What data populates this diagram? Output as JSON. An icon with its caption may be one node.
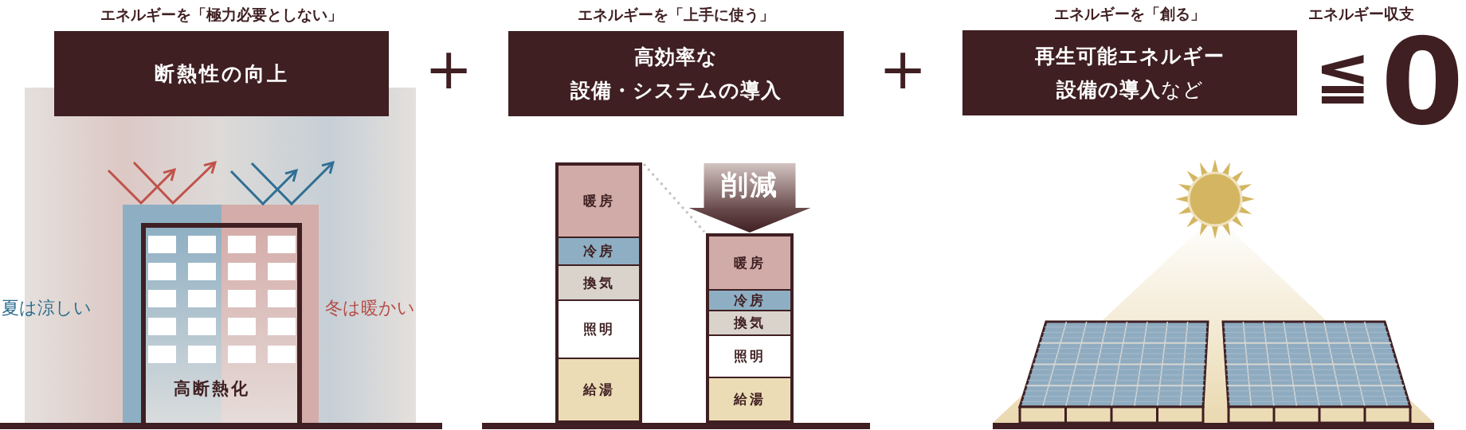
{
  "diagram": {
    "nodes": [
      {
        "text": [
          "エネルギーを「極力必要としない」",
          "断熱性の向上"
        ]
      },
      {
        "text": [
          "エネルギーを「上手に使う」",
          "高効率な設備・システムの導入"
        ]
      },
      {
        "text": [
          "エネルギーを「創る」",
          "**再生可能エネルギー設備の導入**など"
        ]
      },
      {
        "text": [],
        "shape": "bar"
      },
      {
        "text": [
          "暖房"
        ],
        "in": 3
      },
      {
        "text": [
          "冷房"
        ],
        "in": 3
      },
      {
        "text": [
          "換気"
        ],
        "in": 3
      },
      {
        "text": [
          "照明"
        ],
        "in": 3
      },
      {
        "text": [
          "給湯"
        ],
        "in": 3
      },
      {
        "text": [],
        "shape": "bar"
      },
      {
        "text": [
          "暖房"
        ],
        "in": 9
      },
      {
        "text": [
          "冷房"
        ],
        "in": 9
      },
      {
        "text": [
          "換気"
        ],
        "in": 9
      },
      {
        "text": [
          "照明"
        ],
        "in": 9
      },
      {
        "text": [
          "給湯"
        ],
        "in": 9
      }
    ],
    "edges": [
      {
        "from": 3,
        "to": 9,
        "arrow": "none",
        "style": "dashed",
        "color": "#c9c1bd"
      },
      {
        "from": null,
        "to": 9,
        "arrow": "to",
        "label": "削減"
      }
    ],
    "labels": [
      "+",
      "夏は涼しい",
      "冬は暖かい",
      "高断熱化",
      "+",
      "エネルギー収支",
      "≦",
      "0"
    ]
  }
}
